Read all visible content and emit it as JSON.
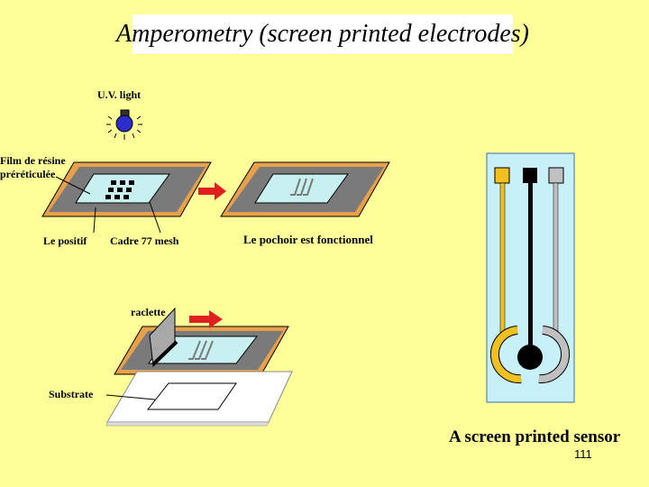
{
  "title": "Amperometry (screen printed electrodes)",
  "labels": {
    "uv_light": "U.V. light",
    "film_line1": "Film de résine",
    "film_line2": "préréticulée",
    "le_positif": "Le positif",
    "cadre": "Cadre 77 mesh",
    "pochoir": "Le pochoir est fonctionnel",
    "raclette": "raclette",
    "substrate": "Substrate"
  },
  "sensor_caption": "A screen printed sensor",
  "page_number": "111",
  "colors": {
    "background": "#ffff99",
    "frame_orange": "#e8a04a",
    "mesh_grey": "#7a7a7a",
    "film_cyan": "#c8f0f0",
    "arrow_red": "#e02020",
    "bulb_blue": "#2d2dcc",
    "sensor_bg": "#c8f0f8",
    "electrode_yellow": "#f0c020",
    "electrode_black": "#000000",
    "electrode_grey": "#c0c0c0"
  }
}
